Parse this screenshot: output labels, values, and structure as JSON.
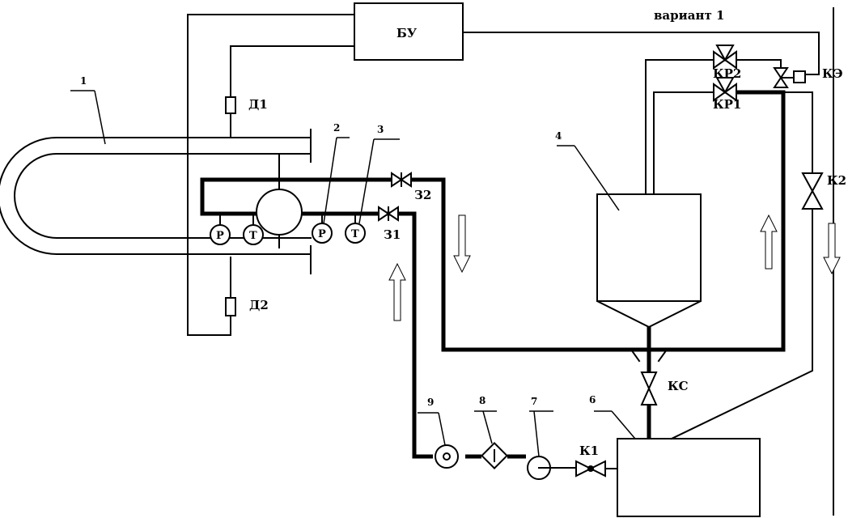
{
  "variant_title": "вариант 1",
  "blocks": {
    "control_unit": "БУ",
    "sensor_1": "Д1",
    "sensor_2": "Д2"
  },
  "valves": {
    "kr2": "КР2",
    "kr1": "КР1",
    "ke": "КЭ",
    "k2": "К2",
    "z2": "З2",
    "z1": "З1",
    "ks": "КС",
    "k1": "К1"
  },
  "gauges": {
    "p_left": "Р",
    "t_left": "Т",
    "p_right": "Р",
    "t_right": "Т"
  },
  "callouts": {
    "n1": "1",
    "n2": "2",
    "n3": "3",
    "n4": "4",
    "n6": "6",
    "n7": "7",
    "n8": "8",
    "n9": "9"
  }
}
